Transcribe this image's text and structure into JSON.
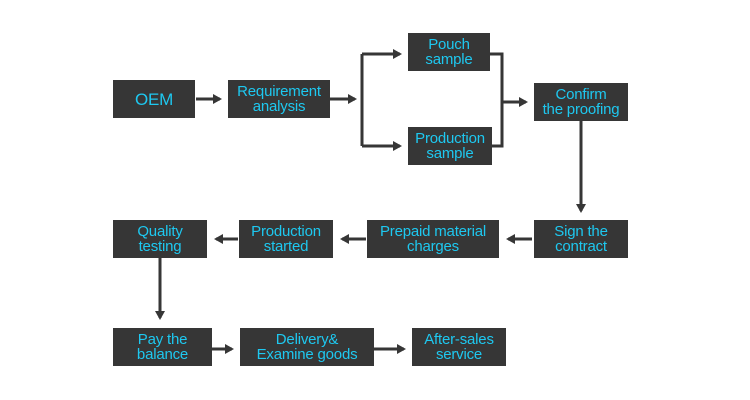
{
  "diagram": {
    "colors": {
      "node_fill": "#363636",
      "node_text": "#1ec8f0",
      "edge": "#363636"
    },
    "nodes": {
      "oem": "OEM",
      "requirement_analysis": "Requirement\nanalysis",
      "pouch_sample": "Pouch\nsample",
      "production_sample": "Production\nsample",
      "confirm_proofing": "Confirm\nthe proofing",
      "sign_contract": "Sign the\ncontract",
      "prepaid_material": "Prepaid material\ncharges",
      "production_started": "Production\nstarted",
      "quality_testing": "Quality\ntesting",
      "pay_balance": "Pay the\nbalance",
      "delivery": "Delivery&\nExamine goods",
      "after_sales": "After-sales\nservice"
    },
    "edges": [
      [
        "oem",
        "requirement_analysis"
      ],
      [
        "requirement_analysis",
        "pouch_sample"
      ],
      [
        "requirement_analysis",
        "production_sample"
      ],
      [
        "pouch_sample",
        "confirm_proofing"
      ],
      [
        "production_sample",
        "confirm_proofing"
      ],
      [
        "confirm_proofing",
        "sign_contract"
      ],
      [
        "sign_contract",
        "prepaid_material"
      ],
      [
        "prepaid_material",
        "production_started"
      ],
      [
        "production_started",
        "quality_testing"
      ],
      [
        "quality_testing",
        "pay_balance"
      ],
      [
        "pay_balance",
        "delivery"
      ],
      [
        "delivery",
        "after_sales"
      ]
    ]
  }
}
